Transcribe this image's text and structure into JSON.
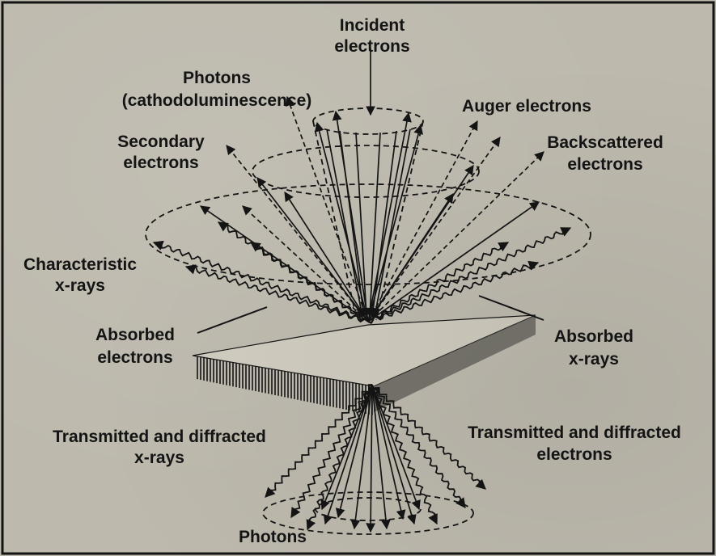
{
  "labels": {
    "incident_1": "Incident",
    "incident_2": "electrons",
    "photons_cl_1": "Photons",
    "photons_cl_2": "(cathodoluminescence)",
    "auger": "Auger electrons",
    "secondary_1": "Secondary",
    "secondary_2": "electrons",
    "backscattered_1": "Backscattered",
    "backscattered_2": "electrons",
    "characteristic_1": "Characteristic",
    "characteristic_2": "x-rays",
    "absorbed_e_1": "Absorbed",
    "absorbed_e_2": "electrons",
    "absorbed_x_1": "Absorbed",
    "absorbed_x_2": "x-rays",
    "trans_x_1": "Transmitted and diffracted",
    "trans_x_2": "x-rays",
    "trans_e_1": "Transmitted and diffracted",
    "trans_e_2": "electrons",
    "photons_bottom": "Photons"
  },
  "colors": {
    "background": "#bdb9ad",
    "ink": "#141414"
  }
}
